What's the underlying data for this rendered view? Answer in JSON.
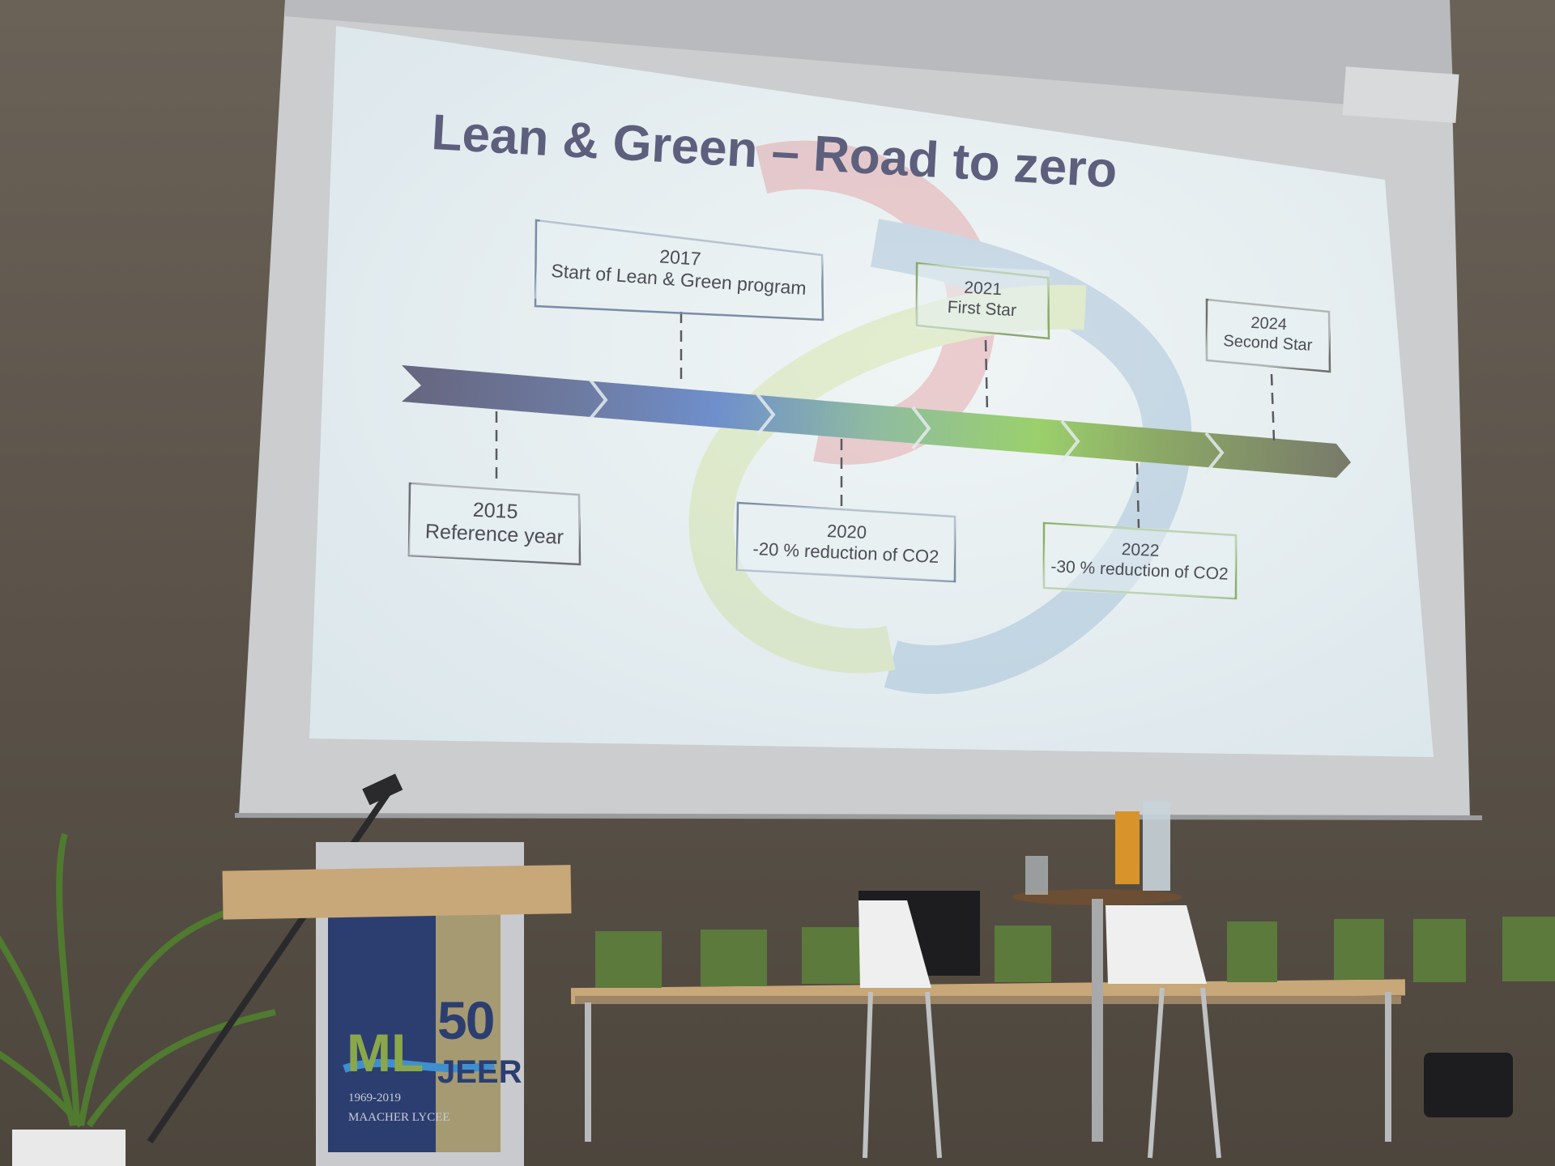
{
  "slide": {
    "title": "Lean & Green – Road to zero"
  },
  "milestones": [
    {
      "year": "2017",
      "label": "Start of Lean & Green program"
    },
    {
      "year": "2021",
      "label": "First Star"
    },
    {
      "year": "2024",
      "label": "Second Star"
    },
    {
      "year": "2015",
      "label": "Reference year"
    },
    {
      "year": "2020",
      "label": "-20 % reduction of CO2"
    },
    {
      "year": "2022",
      "label": "-30 % reduction of CO2"
    }
  ],
  "podium_logo": {
    "number": "50",
    "suffix": "JEER",
    "initials": "ML",
    "years": "1969-2019",
    "school": "MAACHER LYCEE"
  },
  "colors": {
    "slide_background": "#e8f0f2",
    "title": "#5d5f7d",
    "arrow_start": "#6c6c86",
    "arrow_blue": "#6f8fc8",
    "arrow_green": "#9bcf6a",
    "arrow_end": "#7a7d68",
    "podium_blue": "#2c3e70",
    "podium_gold": "#a59a72"
  }
}
